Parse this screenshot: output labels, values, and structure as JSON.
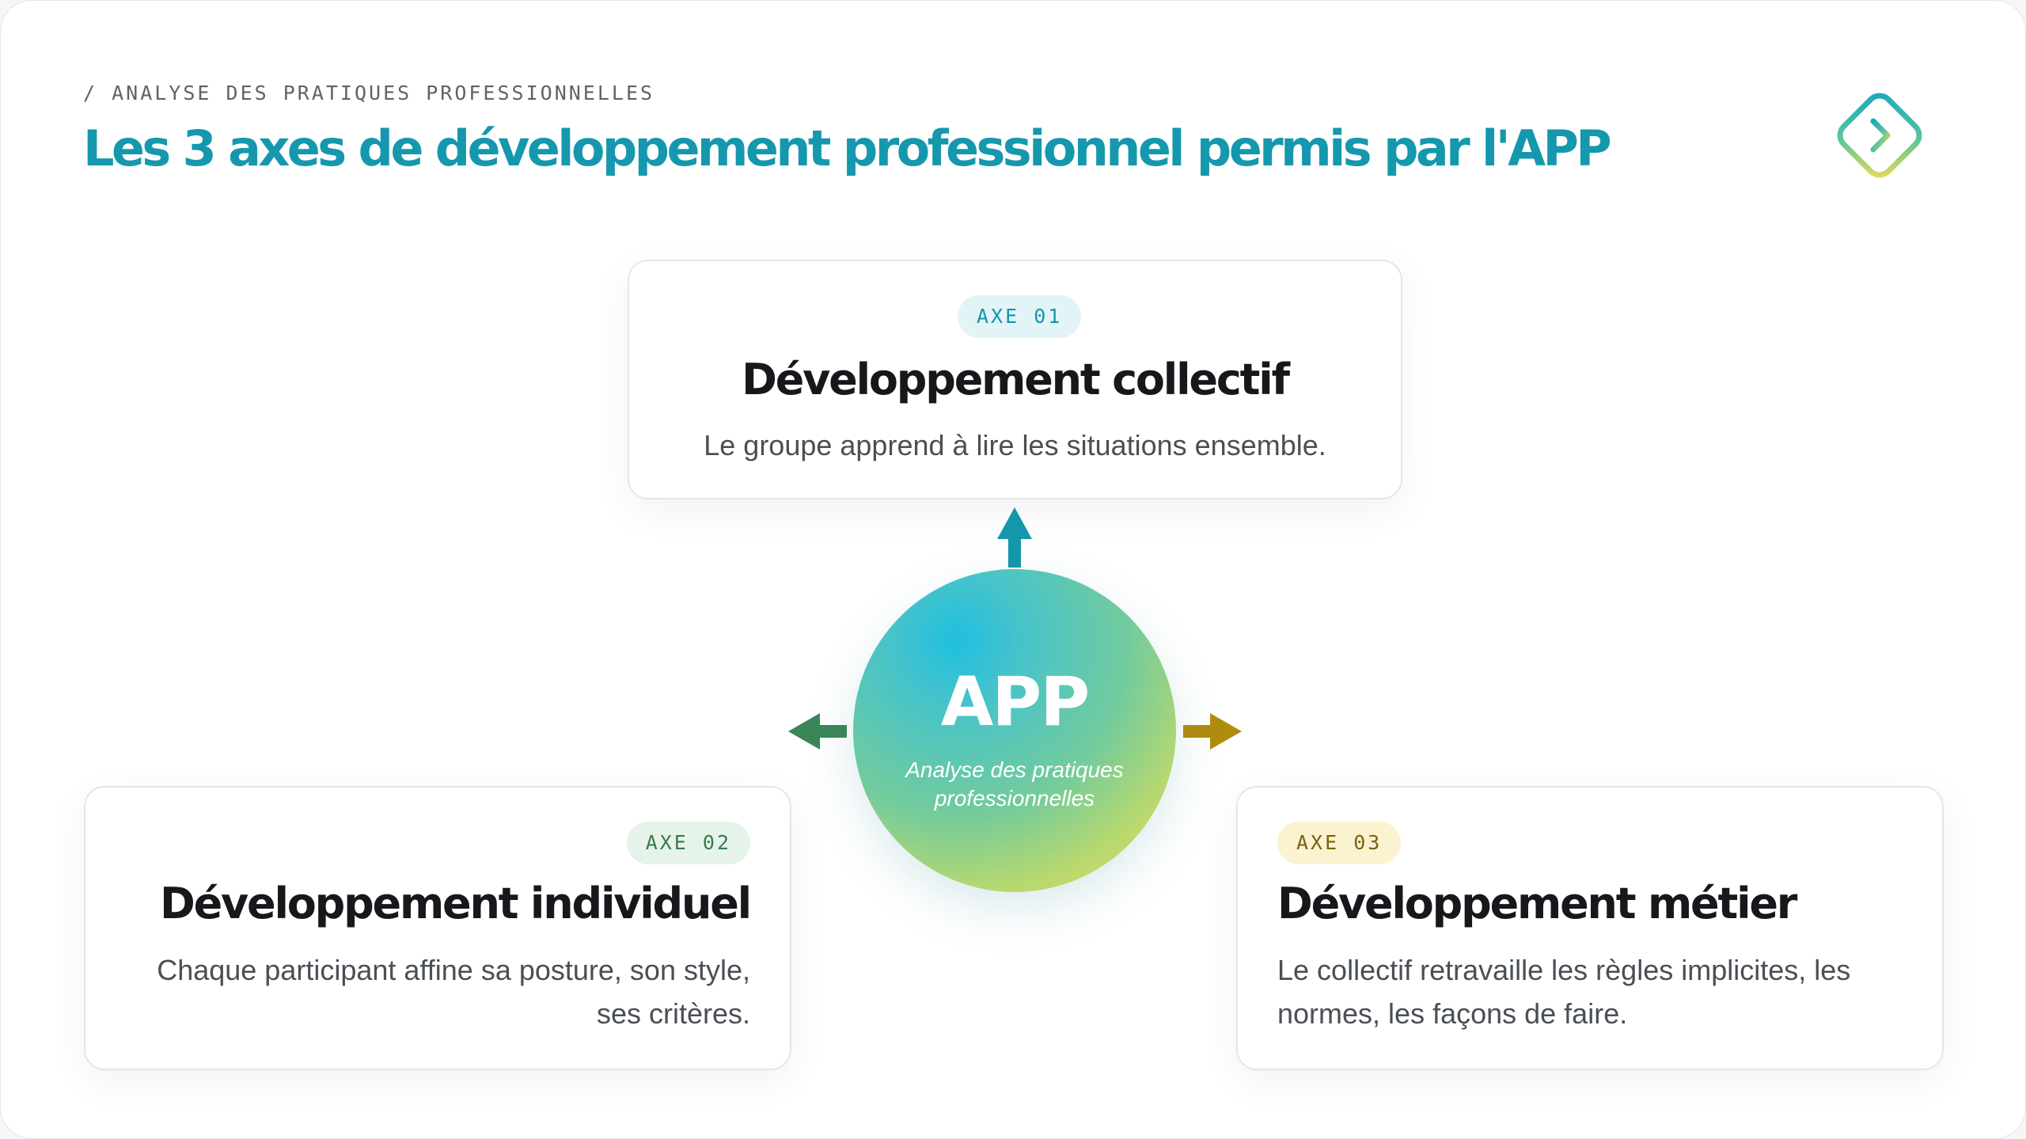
{
  "header": {
    "eyebrow": "/ ANALYSE DES PRATIQUES PROFESSIONNELLES",
    "title": "Les 3 axes de développement professionnel permis par l'APP"
  },
  "logo": {
    "icon": "chevron-right-diamond-icon"
  },
  "center": {
    "title": "APP",
    "subtitle": "Analyse des pratiques professionnelles"
  },
  "axes": [
    {
      "badge": "AXE 01",
      "title": "Développement collectif",
      "text": "Le groupe apprend à lire les situations ensemble.",
      "color": "#1496ab",
      "arrow_direction": "up"
    },
    {
      "badge": "AXE 02",
      "title": "Développement individuel",
      "text": "Chaque participant affine sa posture, son style, ses critères.",
      "color": "#3a8656",
      "arrow_direction": "left"
    },
    {
      "badge": "AXE 03",
      "title": "Développement métier",
      "text": "Le collectif retravaille les règles implicites, les normes, les façons de faire.",
      "color": "#b08c0e",
      "arrow_direction": "right"
    }
  ]
}
